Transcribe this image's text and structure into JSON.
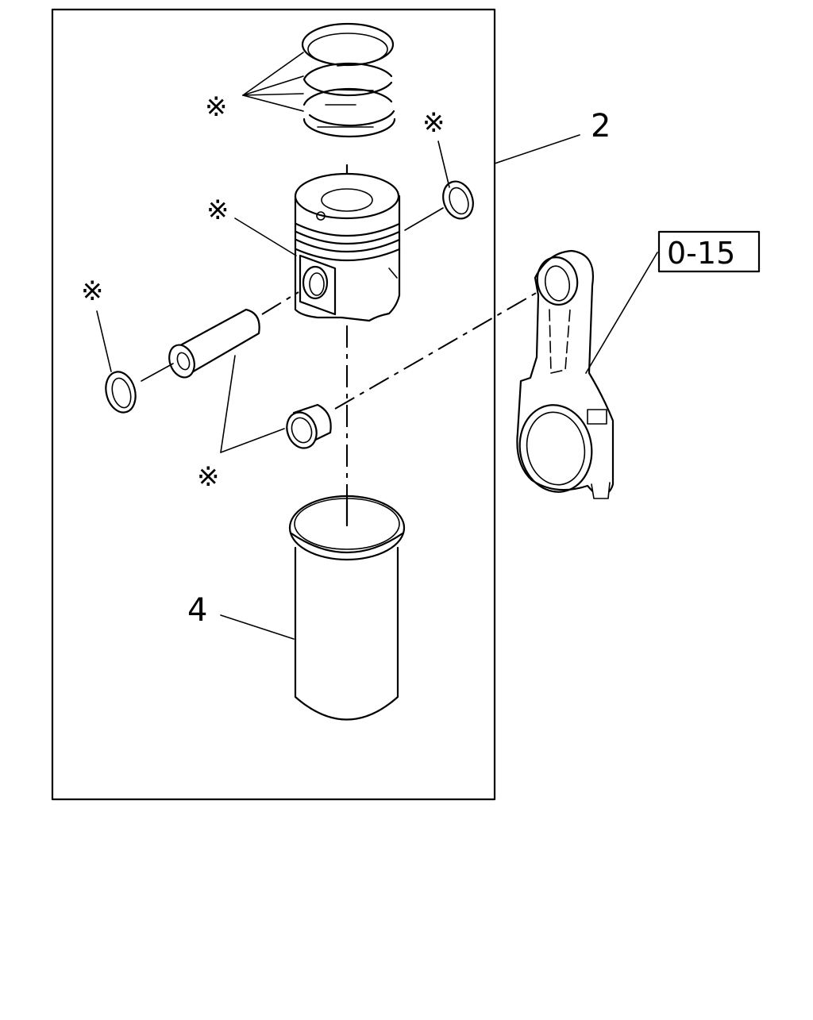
{
  "callouts": {
    "assembly": "2",
    "liner": "4",
    "reference": "0-15"
  },
  "note_mark": "※"
}
